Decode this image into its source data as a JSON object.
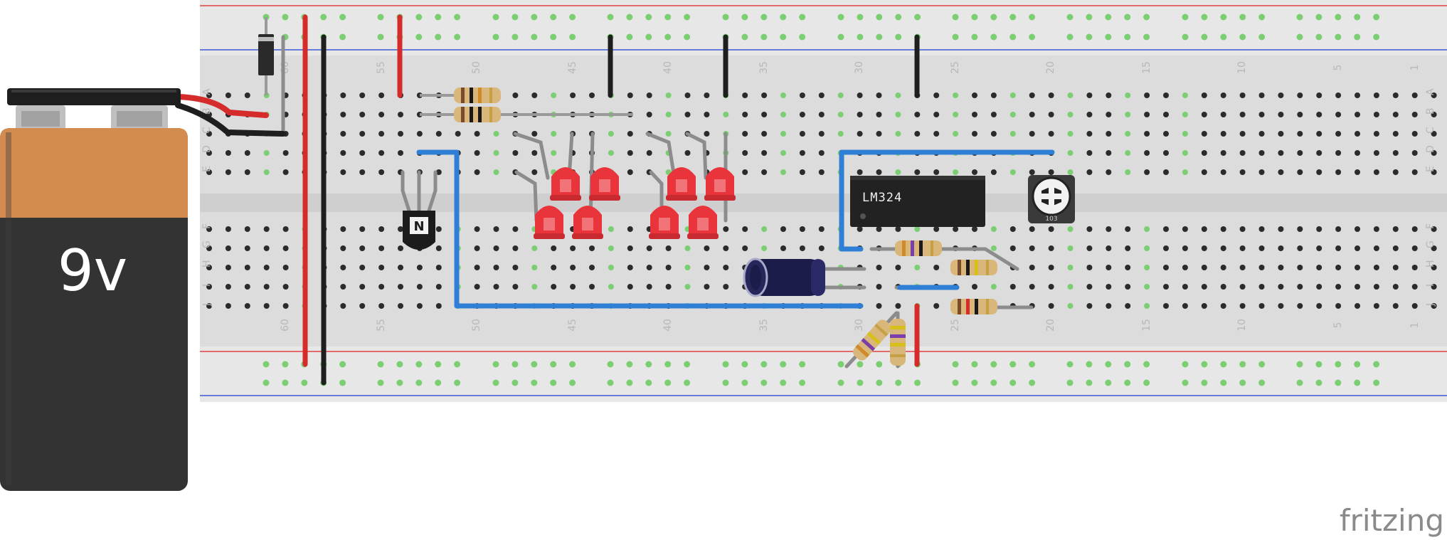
{
  "battery": {
    "label": "9v"
  },
  "ic": {
    "label": "LM324"
  },
  "transistor": {
    "label": "N"
  },
  "potentiometer": {
    "label": "103"
  },
  "breadboard": {
    "row_letters_top": [
      "A",
      "B",
      "C",
      "D",
      "E"
    ],
    "row_letters_bottom": [
      "F",
      "G",
      "H",
      "I",
      "J"
    ],
    "column_numbers": [
      "60",
      "55",
      "50",
      "45",
      "40",
      "35",
      "30",
      "25",
      "20",
      "15",
      "10",
      "5",
      "1"
    ]
  },
  "watermark": {
    "text": "fritzing"
  },
  "colors": {
    "jumper_red": "#d52b2b",
    "jumper_black": "#1e1e1e",
    "jumper_blue": "#2f7fd6",
    "led_red": "#e8343a",
    "battery_copper": "#d38b4f",
    "battery_body": "#333333",
    "connected_hole": "#7bcf72"
  }
}
